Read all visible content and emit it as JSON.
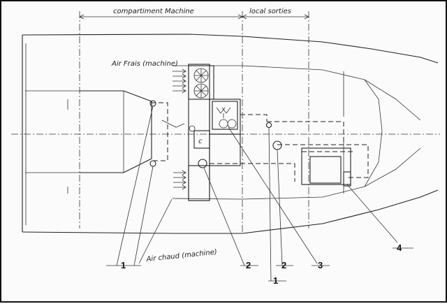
{
  "labels": {
    "compartment_machine": "compartiment Machine",
    "local_sorties": "local sorties",
    "air_frais": "Air Frais (machine)",
    "air_chaud": "Air chaud (machine)",
    "small_c": "c"
  },
  "callouts": [
    "1",
    "2",
    "2",
    "3",
    "1",
    "4"
  ]
}
